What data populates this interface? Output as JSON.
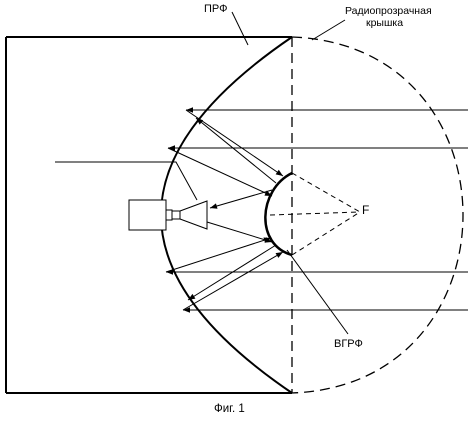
{
  "figure": {
    "caption": "Фиг. 1",
    "labels": {
      "main_reflector": "ПРФ",
      "radome_line1": "Радиопрозрачная",
      "radome_line2": "крышка",
      "focus": "F",
      "sub_reflector": "ВГРФ"
    },
    "colors": {
      "stroke": "#000000",
      "background": "#ffffff"
    }
  }
}
